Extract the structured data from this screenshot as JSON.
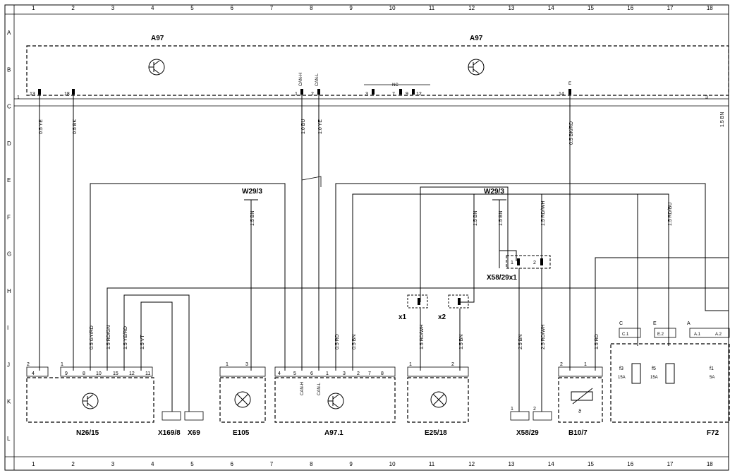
{
  "columns": [
    "1",
    "2",
    "3",
    "4",
    "5",
    "6",
    "7",
    "8",
    "9",
    "10",
    "11",
    "12",
    "13",
    "14",
    "15",
    "16",
    "17",
    "18"
  ],
  "rows": [
    "A",
    "B",
    "C",
    "D",
    "E",
    "F",
    "G",
    "H",
    "I",
    "J",
    "K",
    "L"
  ],
  "modules": {
    "a97_left": "A97",
    "a97_right": "A97",
    "n26_15": "N26/15",
    "x169_8": "X169/8",
    "x69": "X69",
    "e105": "E105",
    "a97_1": "A97.1",
    "e25_18": "E25/18",
    "x58_29": "X58/29",
    "b10_7": "B10/7",
    "f72": "F72",
    "x58_29x1": "X58/29x1",
    "w29_3_a": "W29/3",
    "w29_3_b": "W29/3",
    "x1": "x1",
    "x2": "x2"
  },
  "pins_top": {
    "p13": "13",
    "p18": "18",
    "p1": "1",
    "p2": "2",
    "p3": "3",
    "p7": "7",
    "p9": "9",
    "p12": "12",
    "p14": "14",
    "p3r": "3",
    "can_h": "CAN-H",
    "can_l": "CAN-L",
    "nc": "NC",
    "e": "E",
    "left1": "1",
    "p1r": "1"
  },
  "wires": {
    "w1": "0.5 YE",
    "w2": "0.5 BK",
    "w3": "1.0 BU",
    "w4": "1.0 YE",
    "w5": "0.5 BK/RD",
    "w6": "0.5 GY/RD",
    "w7": "1.5 RD/GN",
    "w8": "1.5 YE/RD",
    "w9": "1.5 VT",
    "w10": "1.5 BN",
    "w11": "0.5 RD",
    "w12": "0.5 BN",
    "w13": "1.5 BN",
    "w14": "1.5 BN",
    "w15": "1.5 RD/WH",
    "w16": "1.5 RD/BU",
    "w17": "1.5 RD/WH",
    "w18": "1.5 BN",
    "w19": "2.5 BN",
    "w20": "2.5 RD/WH",
    "w21": "1.5 RD"
  },
  "pins_bottom": {
    "n2": "2",
    "n4": "4",
    "n1": "1",
    "n9": "9",
    "n8": "8",
    "n10": "10",
    "n15": "15",
    "n12": "12",
    "n11": "11",
    "e1": "1",
    "e3": "3",
    "a4": "4",
    "a5": "5",
    "a6": "6",
    "a1": "1",
    "a3": "3",
    "a2": "2",
    "a7": "7",
    "a8": "8",
    "g1": "1",
    "g2": "2",
    "x1p": "1",
    "x2p": "2",
    "b2": "2",
    "b1": "1",
    "j1": "1",
    "j2": "2",
    "can_h": "CAN-H",
    "can_l": "CAN-L"
  },
  "fuses": {
    "c": "C",
    "e": "E",
    "a": "A",
    "c1": "C.1",
    "e2": "E.2",
    "a1": "A.1",
    "a2": "A.2",
    "f3": "f3",
    "f5": "f5",
    "f1": "f1",
    "a15a": "15A",
    "b15a": "15A",
    "c5a": "5A"
  },
  "right_edge": "1.5 BN"
}
